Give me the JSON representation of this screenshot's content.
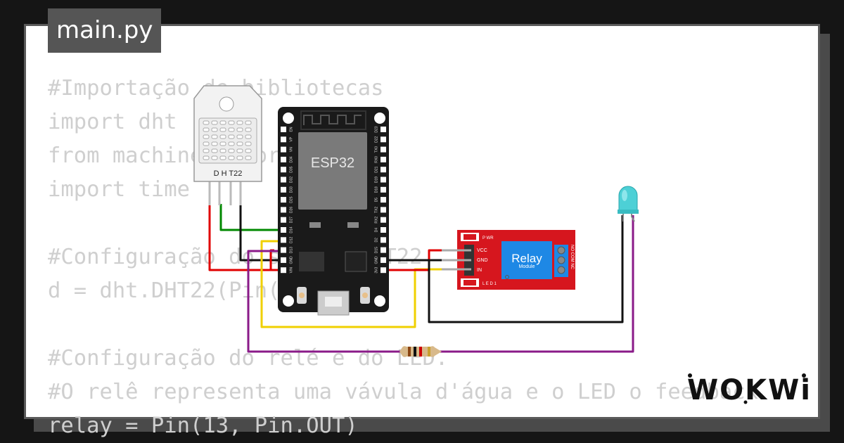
{
  "file_tab": {
    "label": "main.py"
  },
  "code_lines": [
    "#Importação de bibliotecas",
    "import dht",
    "from machine import Pin",
    "import time",
    "",
    "#Configuração do sensor DHT22",
    "d = dht.DHT22(Pin(4))",
    "",
    "#Configuração do relé e do LED.",
    "#O relê representa uma vávula d'água e o LED o feedback",
    "relay = Pin(13, Pin.OUT)"
  ],
  "components": {
    "dht22": {
      "label": "D H T22"
    },
    "esp32": {
      "label": "ESP32",
      "left_pins": [
        "EN",
        "VP",
        "VN",
        "D34",
        "D35",
        "D32",
        "D33",
        "D25",
        "D26",
        "D27",
        "D14",
        "D12",
        "D13",
        "GND",
        "VIN"
      ],
      "right_pins": [
        "D23",
        "D22",
        "TX0",
        "RX0",
        "D21",
        "D19",
        "D18",
        "D5",
        "TX2",
        "RX2",
        "D4",
        "D2",
        "D15",
        "GND",
        "3V3"
      ]
    },
    "relay": {
      "title": "Relay",
      "subtitle": "Module",
      "pwr_label": "P WR",
      "led_label": "L E D 1",
      "pins": [
        "VCC",
        "GND",
        "IN"
      ],
      "terminals": "NO COM NC"
    }
  },
  "brand": {
    "logo_text": "WOKWi"
  },
  "colors": {
    "board": "#1a1a1a",
    "chip": "#7a7a7a",
    "relay_board": "#d6161e",
    "relay_box": "#1e88e5",
    "led": "#4dd0d6",
    "wire_red": "#e00000",
    "wire_green": "#008800",
    "wire_yellow": "#f0d000",
    "wire_black": "#111111",
    "wire_purple": "#8a1a88"
  }
}
